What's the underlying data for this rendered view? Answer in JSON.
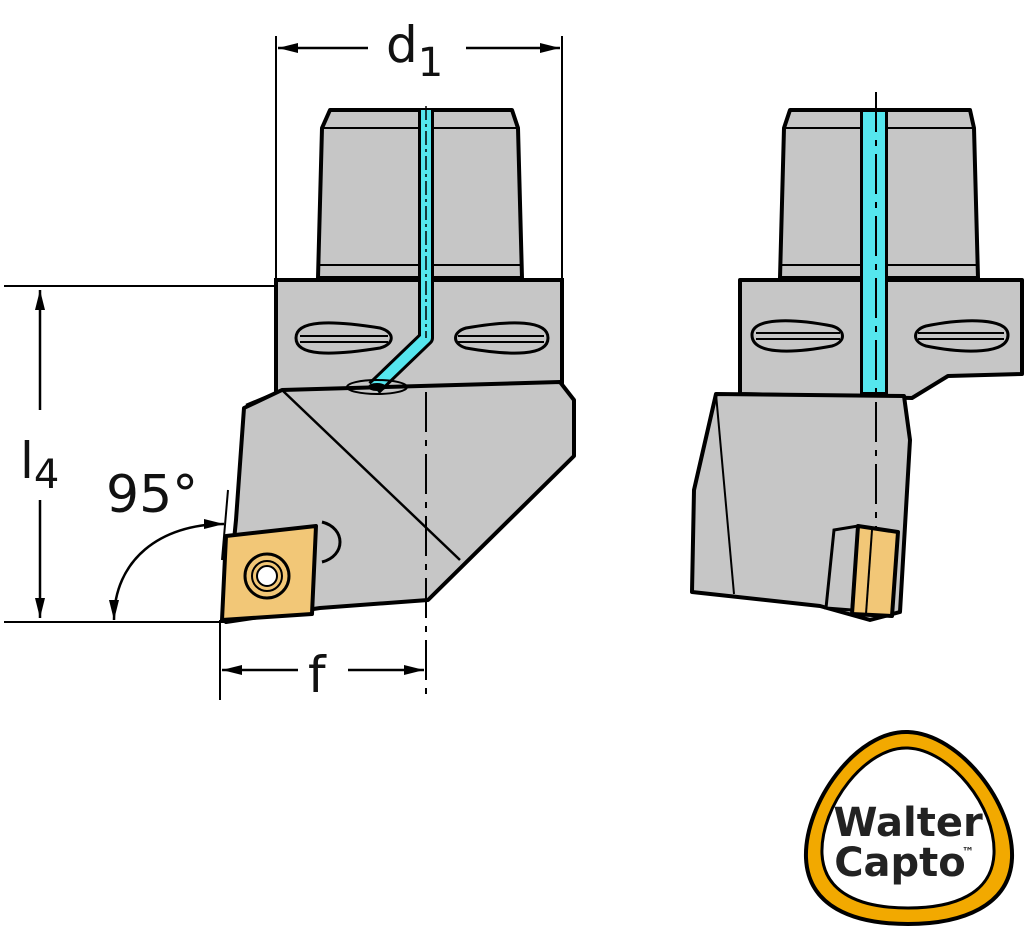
{
  "dimensions": {
    "d1": {
      "main": "d",
      "sub": "1"
    },
    "l4": {
      "main": "l",
      "sub": "4"
    },
    "f": "f",
    "angle": "95°"
  },
  "logo": {
    "line1": "Walter",
    "line2": "Capto",
    "trademark": "™"
  },
  "colors": {
    "body": "#c6c6c6",
    "insert": "#f2c777",
    "coolant": "#55e6ee",
    "outline": "#000000",
    "logo_ring": "#f2a900"
  }
}
